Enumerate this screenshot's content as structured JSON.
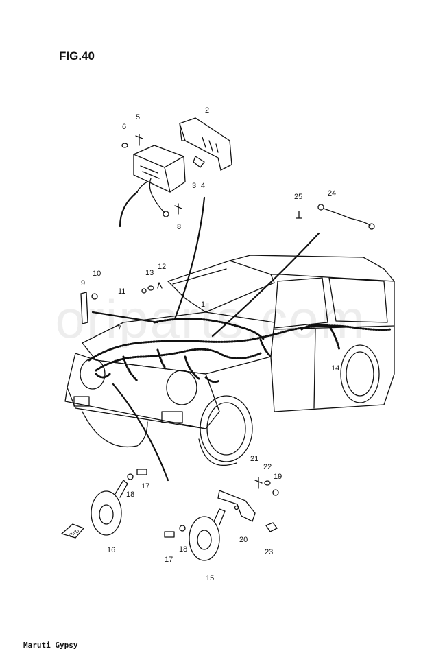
{
  "figure": {
    "title": "FIG.40",
    "footer": "Maruti Gypsy",
    "watermark": "oriparts.com"
  },
  "callouts": [
    {
      "id": "c1",
      "text": "1"
    },
    {
      "id": "c2",
      "text": "2"
    },
    {
      "id": "c3",
      "text": "3"
    },
    {
      "id": "c4",
      "text": "4"
    },
    {
      "id": "c5",
      "text": "5"
    },
    {
      "id": "c6",
      "text": "6"
    },
    {
      "id": "c7",
      "text": "7"
    },
    {
      "id": "c8",
      "text": "8"
    },
    {
      "id": "c9",
      "text": "9"
    },
    {
      "id": "c10",
      "text": "10"
    },
    {
      "id": "c11",
      "text": "11"
    },
    {
      "id": "c12",
      "text": "12"
    },
    {
      "id": "c13",
      "text": "13"
    },
    {
      "id": "c14",
      "text": "14"
    },
    {
      "id": "c15",
      "text": "15"
    },
    {
      "id": "c16",
      "text": "16"
    },
    {
      "id": "c17a",
      "text": "17"
    },
    {
      "id": "c17b",
      "text": "17"
    },
    {
      "id": "c18a",
      "text": "18"
    },
    {
      "id": "c18b",
      "text": "18"
    },
    {
      "id": "c19",
      "text": "19"
    },
    {
      "id": "c20",
      "text": "20"
    },
    {
      "id": "c21",
      "text": "21"
    },
    {
      "id": "c22",
      "text": "22"
    },
    {
      "id": "c23",
      "text": "23"
    },
    {
      "id": "c24",
      "text": "24"
    },
    {
      "id": "c25",
      "text": "25"
    }
  ],
  "fwd_label": "FWD"
}
